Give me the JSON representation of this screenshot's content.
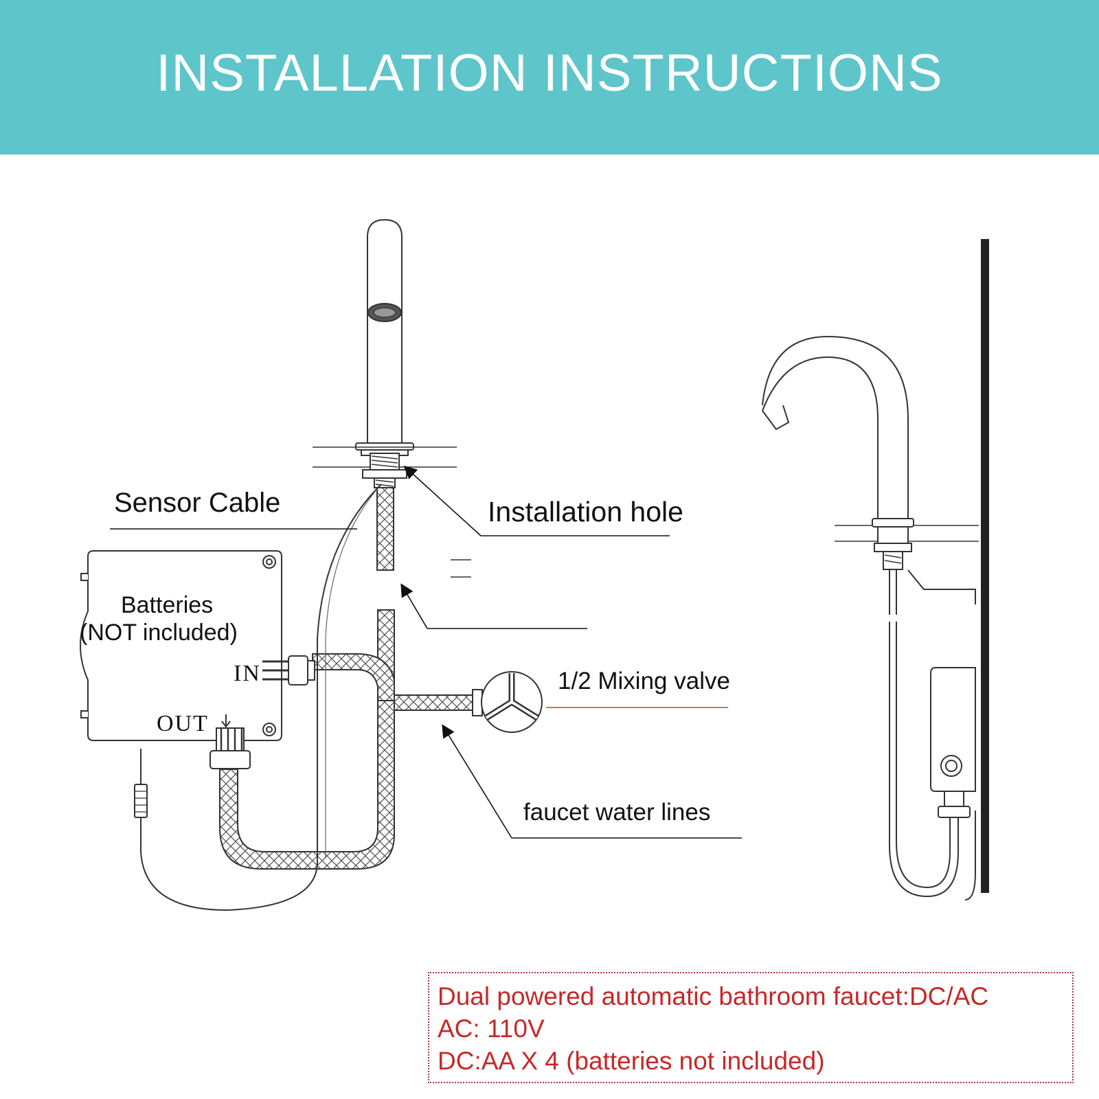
{
  "header": {
    "title": "INSTALLATION INSTRUCTIONS",
    "background_color": "#5ec5ca",
    "text_color": "#ffffff"
  },
  "diagram": {
    "labels": {
      "sensor_cable": "Sensor Cable",
      "installation_hole": "Installation hole",
      "batteries_line1": "Batteries",
      "batteries_line2": "(NOT included)",
      "in_port": "IN",
      "out_port": "OUT",
      "mixing_valve": "1/2 Mixing valve",
      "water_lines": "faucet water lines"
    }
  },
  "notes": {
    "text_color": "#c62828",
    "lines": [
      "Dual powered automatic bathroom faucet:DC/AC",
      "AC: 110V",
      "DC:AA X 4 (batteries not included)"
    ]
  }
}
